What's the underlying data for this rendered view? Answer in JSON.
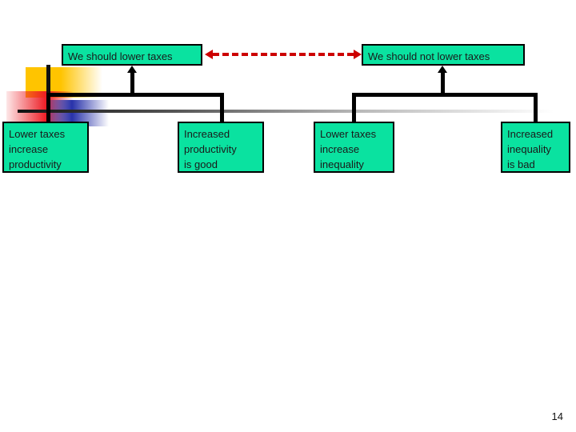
{
  "slide": {
    "page_number": "14",
    "background_color": "#ffffff"
  },
  "theme": {
    "node_fill": "#0AE2A0",
    "node_border": "#000000",
    "connector_color": "#000000",
    "opposition_arrow_color": "#CC0000",
    "decoration_yellow": "#FFC400",
    "decoration_red": "#ED1C24",
    "decoration_blue": "#2832AA"
  },
  "diagram": {
    "type": "argument-map",
    "claims": [
      {
        "id": "claim-pro",
        "label": "We should lower taxes",
        "side": "left"
      },
      {
        "id": "claim-con",
        "label": "We should not lower taxes",
        "side": "right"
      }
    ],
    "premises": [
      {
        "id": "premise-1",
        "supports": "claim-pro",
        "lines": [
          "Lower taxes",
          "increase",
          "productivity"
        ]
      },
      {
        "id": "premise-2",
        "supports": "claim-pro",
        "lines": [
          "Increased",
          "productivity",
          "is good"
        ]
      },
      {
        "id": "premise-3",
        "supports": "claim-con",
        "lines": [
          "Lower taxes",
          "increase",
          "inequality"
        ]
      },
      {
        "id": "premise-4",
        "supports": "claim-con",
        "lines": [
          "Increased",
          "inequality",
          "is bad"
        ]
      }
    ],
    "relations": [
      {
        "id": "opposition",
        "from": "claim-pro",
        "to": "claim-con",
        "style": "dashed",
        "arrowheads": "both",
        "color": "#CC0000"
      }
    ]
  }
}
